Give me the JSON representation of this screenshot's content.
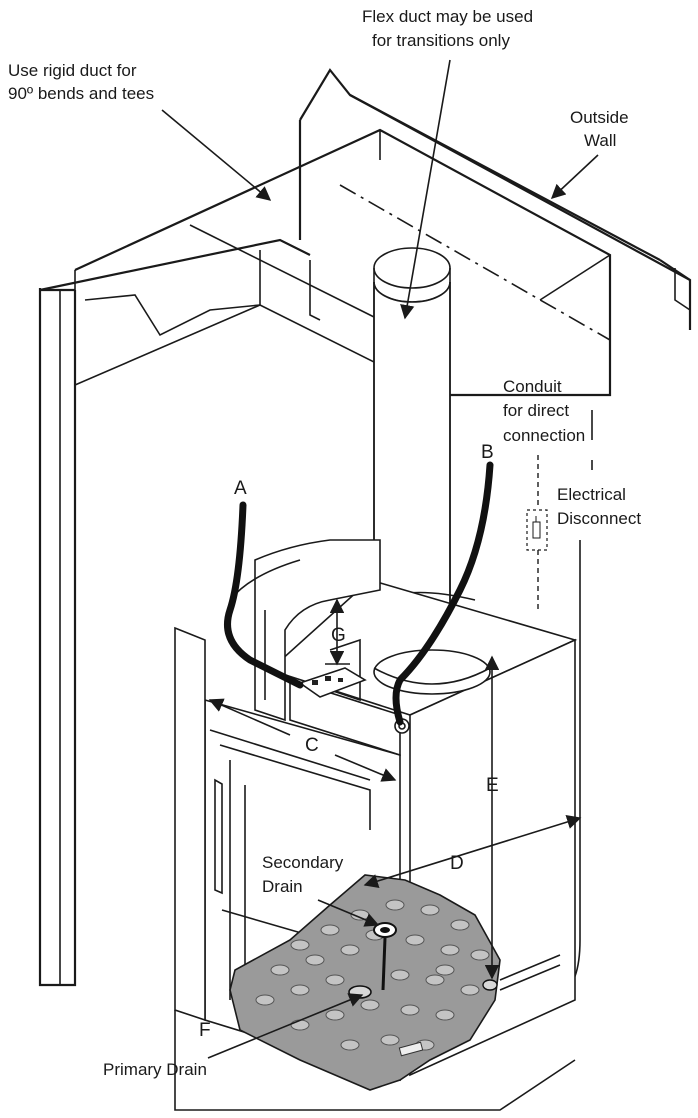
{
  "labels": {
    "rigid_duct_line1": "Use rigid duct for",
    "rigid_duct_line2": "90º bends and tees",
    "flex_duct_line1": "Flex duct may be used",
    "flex_duct_line2": "for transitions only",
    "outside_wall_line1": "Outside",
    "outside_wall_line2": "Wall",
    "conduit_line1": "Conduit",
    "conduit_line2": "for direct",
    "conduit_line3": "connection",
    "electrical_line1": "Electrical",
    "electrical_line2": "Disconnect",
    "secondary_line1": "Secondary",
    "secondary_line2": "Drain",
    "primary_drain": "Primary Drain"
  },
  "letters": {
    "a": "A",
    "b": "B",
    "c": "C",
    "d": "D",
    "e": "E",
    "f": "F",
    "g": "G"
  }
}
